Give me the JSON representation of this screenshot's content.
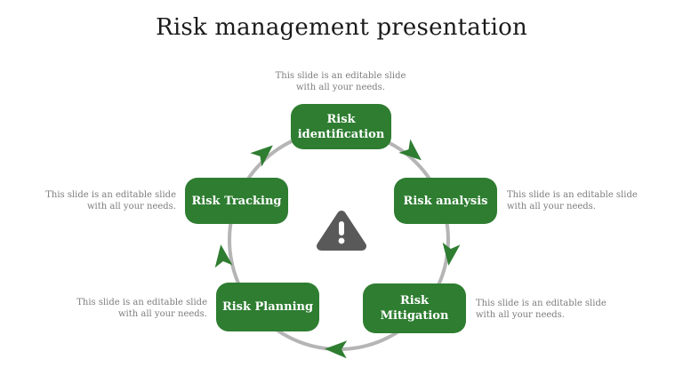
{
  "slide": {
    "title": "Risk management presentation"
  },
  "diagram": {
    "type": "circular-process-cycle",
    "direction": "clockwise",
    "center_icon": "warning-triangle",
    "colors": {
      "box": "#2e7d31",
      "box_text": "#ffffff",
      "circle": "#b5b5b5",
      "arrow": "#2e7d31",
      "warning": "#595959",
      "caption": "#7d7d7d",
      "title": "#1b1b1b",
      "bg": "#ffffff"
    },
    "steps": [
      {
        "position": "top",
        "label": "Risk\nidentification",
        "caption": "This slide is an editable slide\nwith all your needs."
      },
      {
        "position": "right",
        "label": "Risk analysis",
        "caption": "This slide is an editable slide\nwith all your needs."
      },
      {
        "position": "bottom-right",
        "label": "Risk\nMitigation",
        "caption": "This slide is an editable slide\nwith all your needs."
      },
      {
        "position": "bottom-left",
        "label": "Risk Planning",
        "caption": "This slide is an editable slide\nwith all your needs."
      },
      {
        "position": "left",
        "label": "Risk Tracking",
        "caption": "This slide is an editable slide\nwith all your needs."
      }
    ]
  }
}
